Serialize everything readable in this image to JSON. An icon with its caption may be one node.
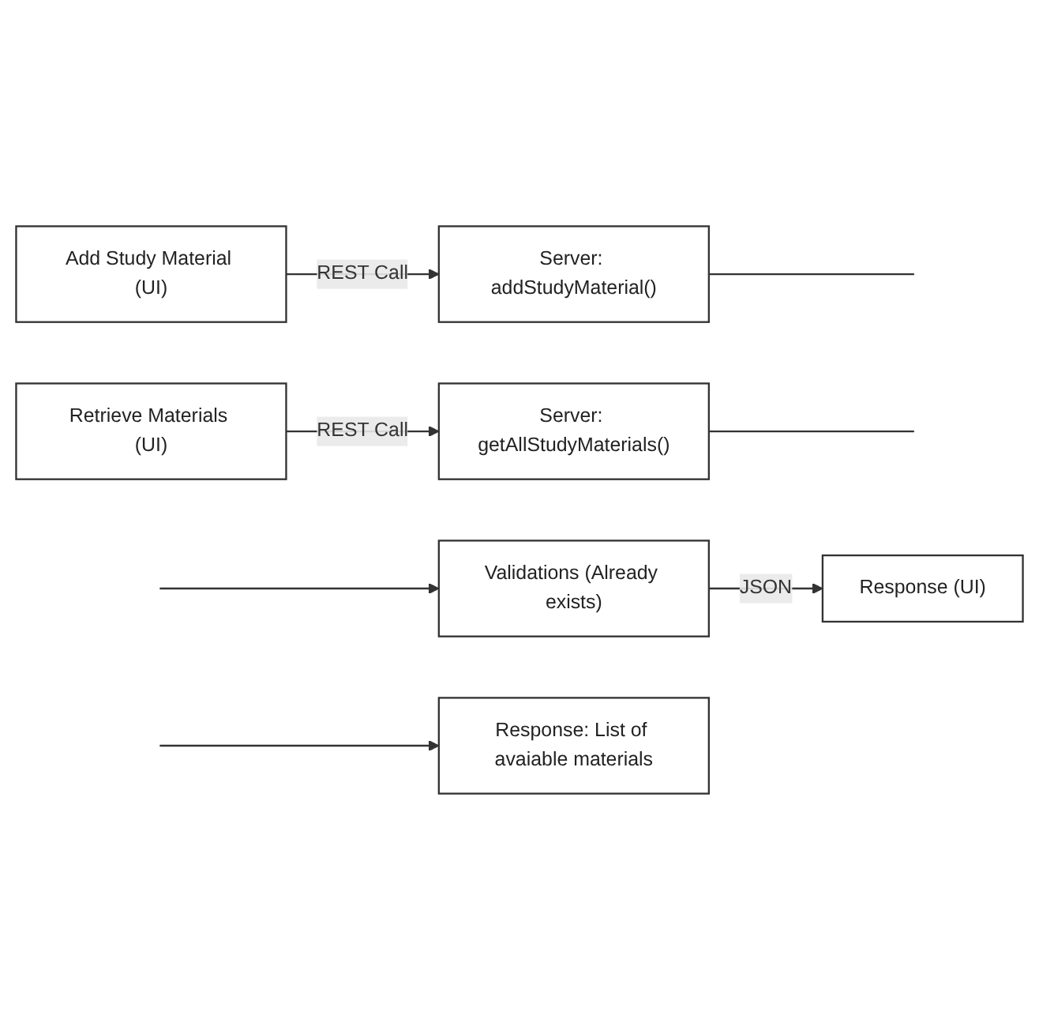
{
  "diagram": {
    "nodes": [
      {
        "text": [
          "Add Study Material (UI)"
        ]
      },
      {
        "text": [
          "Server: addStudyMaterial()"
        ]
      },
      {
        "text": [
          "Response (UI)"
        ]
      },
      {
        "text": [
          "Validations (Already exists)"
        ]
      },
      {
        "text": [
          "Retrieve Materials (UI)"
        ]
      },
      {
        "text": [
          "Server: getAllStudyMaterials()"
        ]
      },
      {
        "text": [
          "Response: List of avaiable materials"
        ]
      }
    ],
    "edges": [
      {
        "from": 0,
        "to": 1,
        "arrow": "to",
        "label": "REST Call"
      },
      {
        "from": 1,
        "to": null,
        "arrow": "none"
      },
      {
        "from": 3,
        "to": 2,
        "arrow": "to",
        "label": "JSON"
      },
      {
        "from": null,
        "to": 3,
        "arrow": "to"
      },
      {
        "from": 4,
        "to": 5,
        "arrow": "to",
        "label": "REST Call"
      },
      {
        "from": 5,
        "to": null,
        "arrow": "none"
      },
      {
        "from": null,
        "to": 6,
        "arrow": "to"
      }
    ]
  }
}
